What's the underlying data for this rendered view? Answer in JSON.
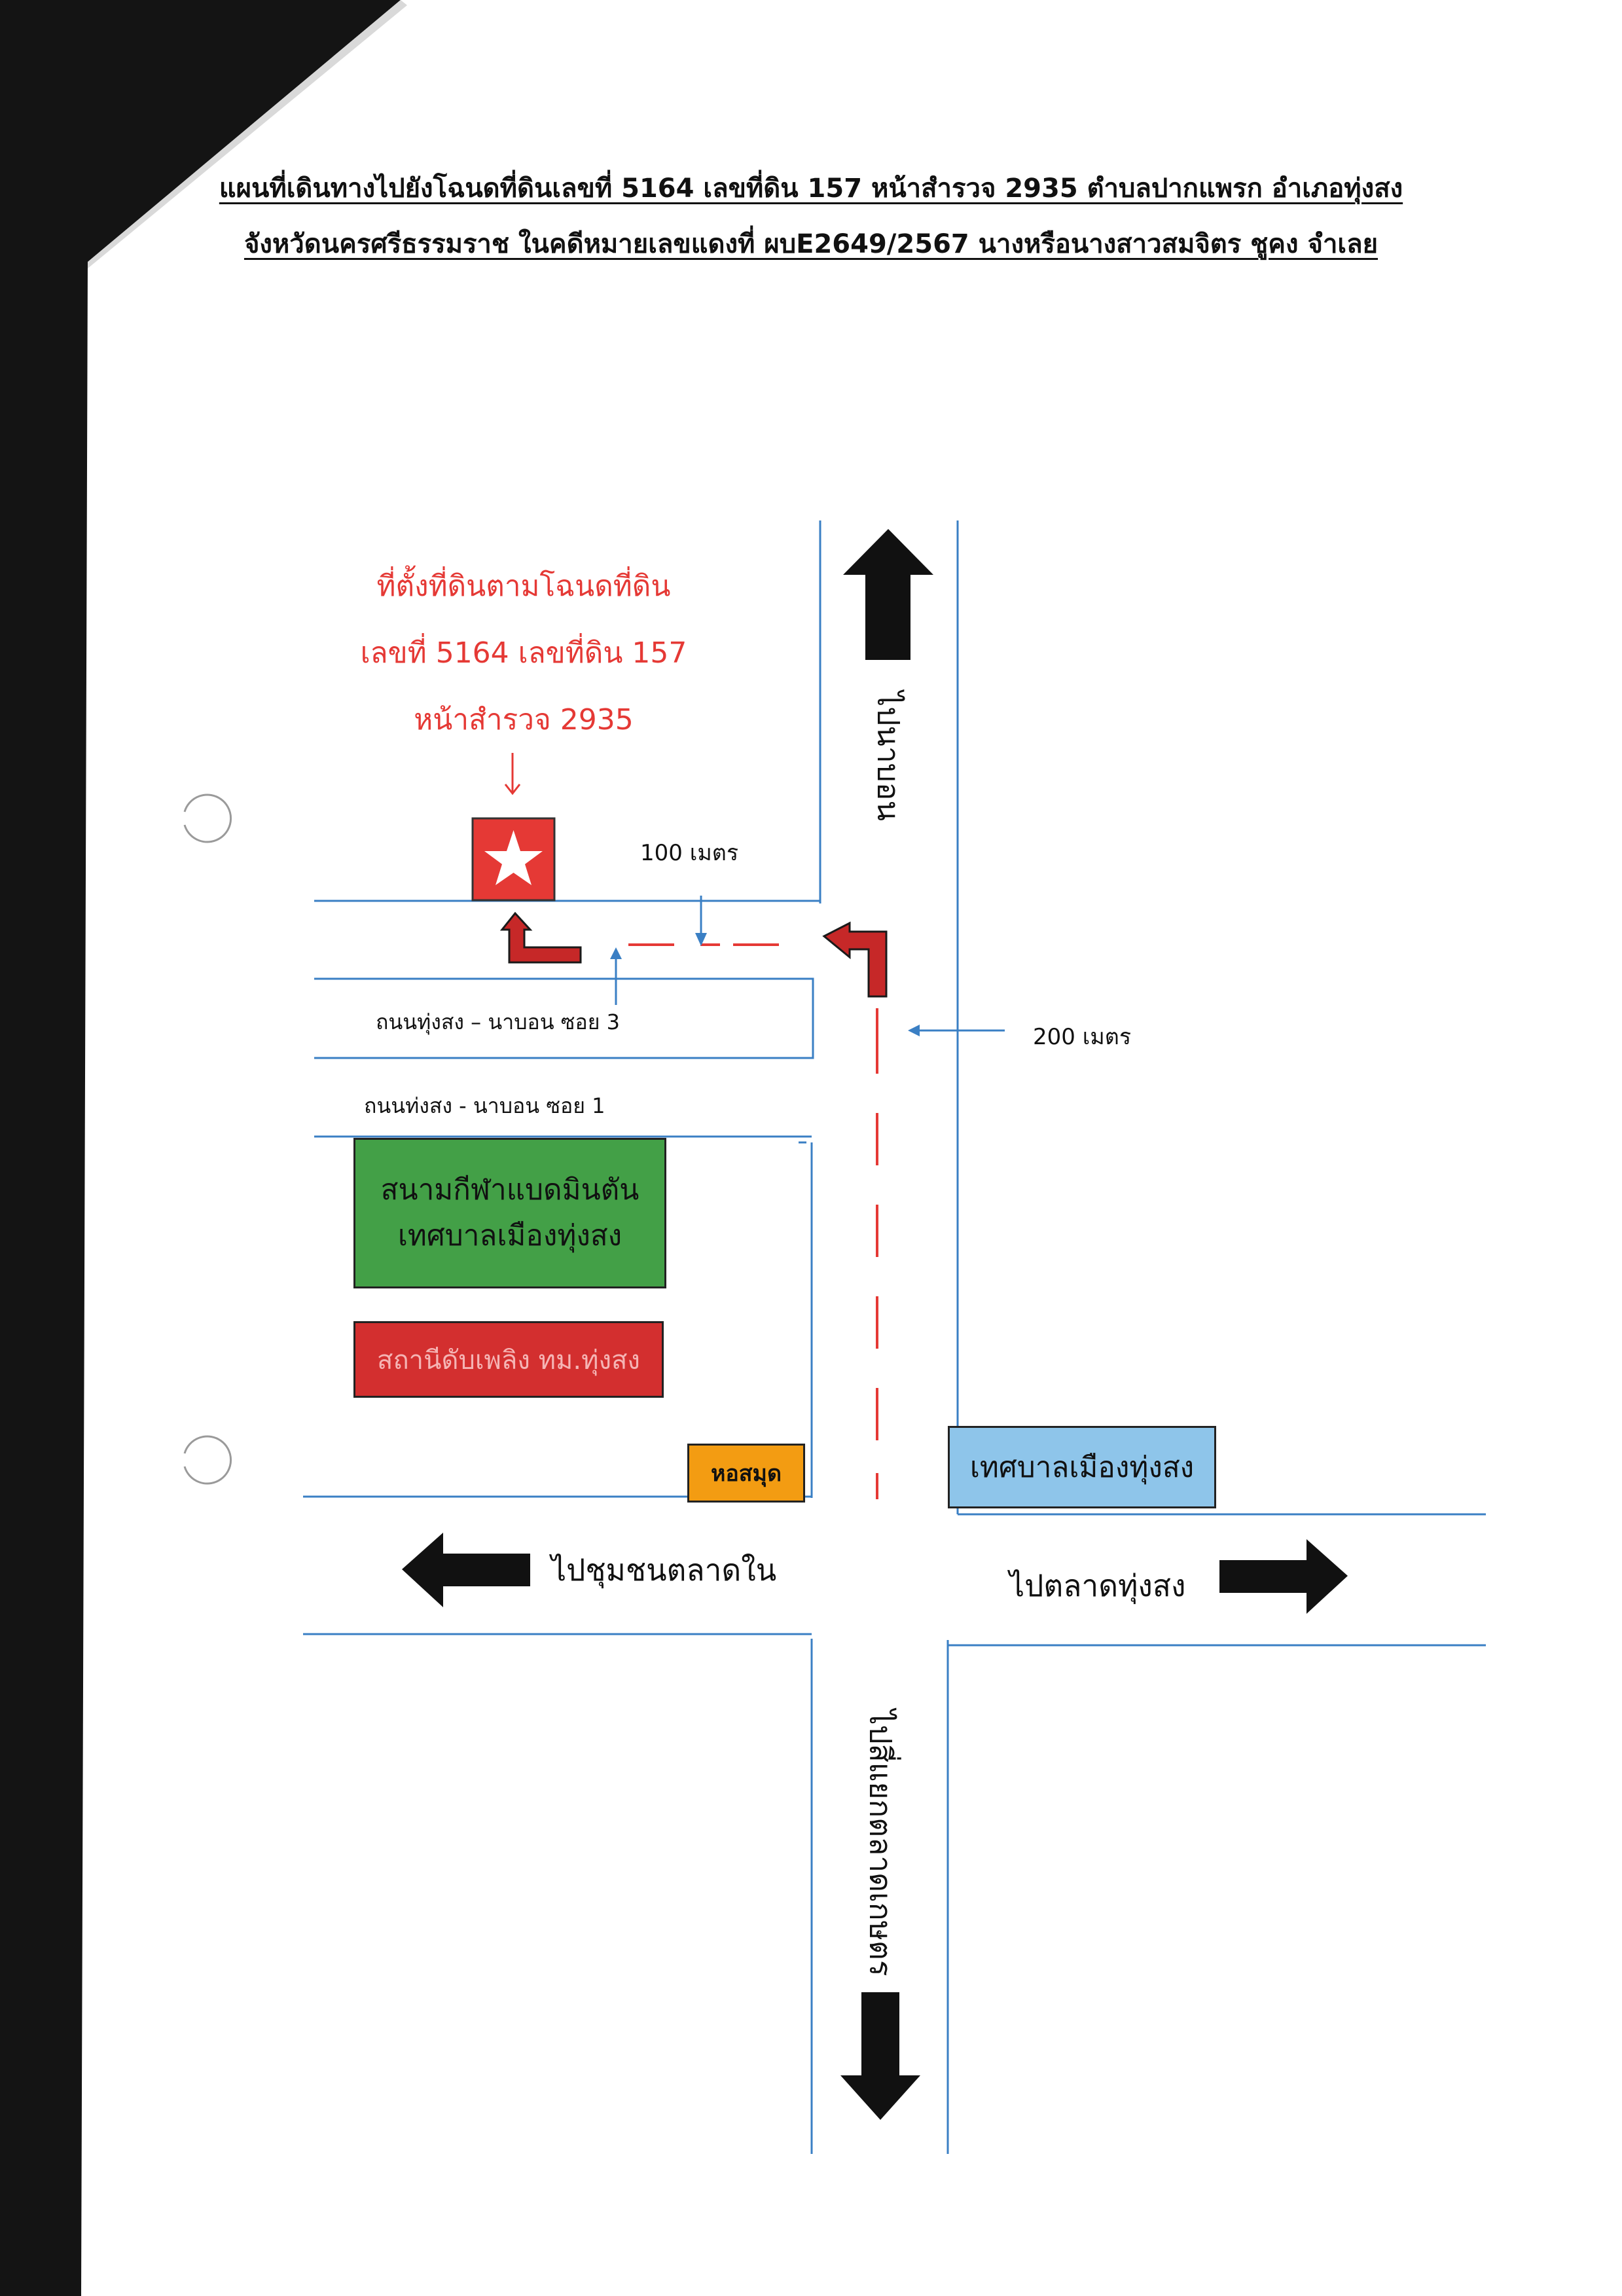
{
  "document": {
    "title_line1": "แผนที่เดินทางไปยังโฉนดที่ดินเลขที่ 5164 เลขที่ดิน 157 หน้าสำรวจ 2935 ตำบลปากแพรก อำเภอทุ่งสง",
    "title_line2": "จังหวัดนครศรีธรรมราช ในคดีหมายเลขแดงที่ ผบE2649/2567 นางหรือนางสาวสมจิตร ชูคง จำเลย"
  },
  "map": {
    "land_label": [
      "ที่ตั้งที่ดินตามโฉนดที่ดิน",
      "เลขที่ 5164 เลขที่ดิน 157",
      "หน้าสำรวจ 2935"
    ],
    "distance_100": "100 เมตร",
    "distance_200": "200 เมตร",
    "soi3": "ถนนทุ่งสง – นาบอน ซอย 3",
    "soi1": "ถนนท่งสง - นาบอน ซอย 1",
    "to_nabon": "ไปนาบอน",
    "to_chumchon": "ไปชุมชนตลาดใน",
    "to_talad": "ไปตลาดทุ่งสง",
    "to_kaset": "ไปสี่แยกตลาดเกษตร",
    "badminton": [
      "สนามกีฬาแบดมินตัน",
      "เทศบาลเมืองทุ่งสง"
    ],
    "fire_station": "สถานีดับเพลิง ทม.ทุ่งสง",
    "library": "หอสมุด",
    "municipality": "เทศบาลเมืองทุ่งสง",
    "colors": {
      "road_line": "#3a7fc4",
      "route": "#e53935",
      "land_marker": "#e53935",
      "badminton": "#43a047",
      "fire_station": "#d32f2f",
      "library": "#f39c12",
      "municipality": "#8ec5ea",
      "direction_arrow": "#111111"
    },
    "icons": [
      "star-icon",
      "arrow-up-icon",
      "arrow-down-icon",
      "arrow-left-icon",
      "arrow-right-icon",
      "turn-arrow-icon"
    ]
  }
}
